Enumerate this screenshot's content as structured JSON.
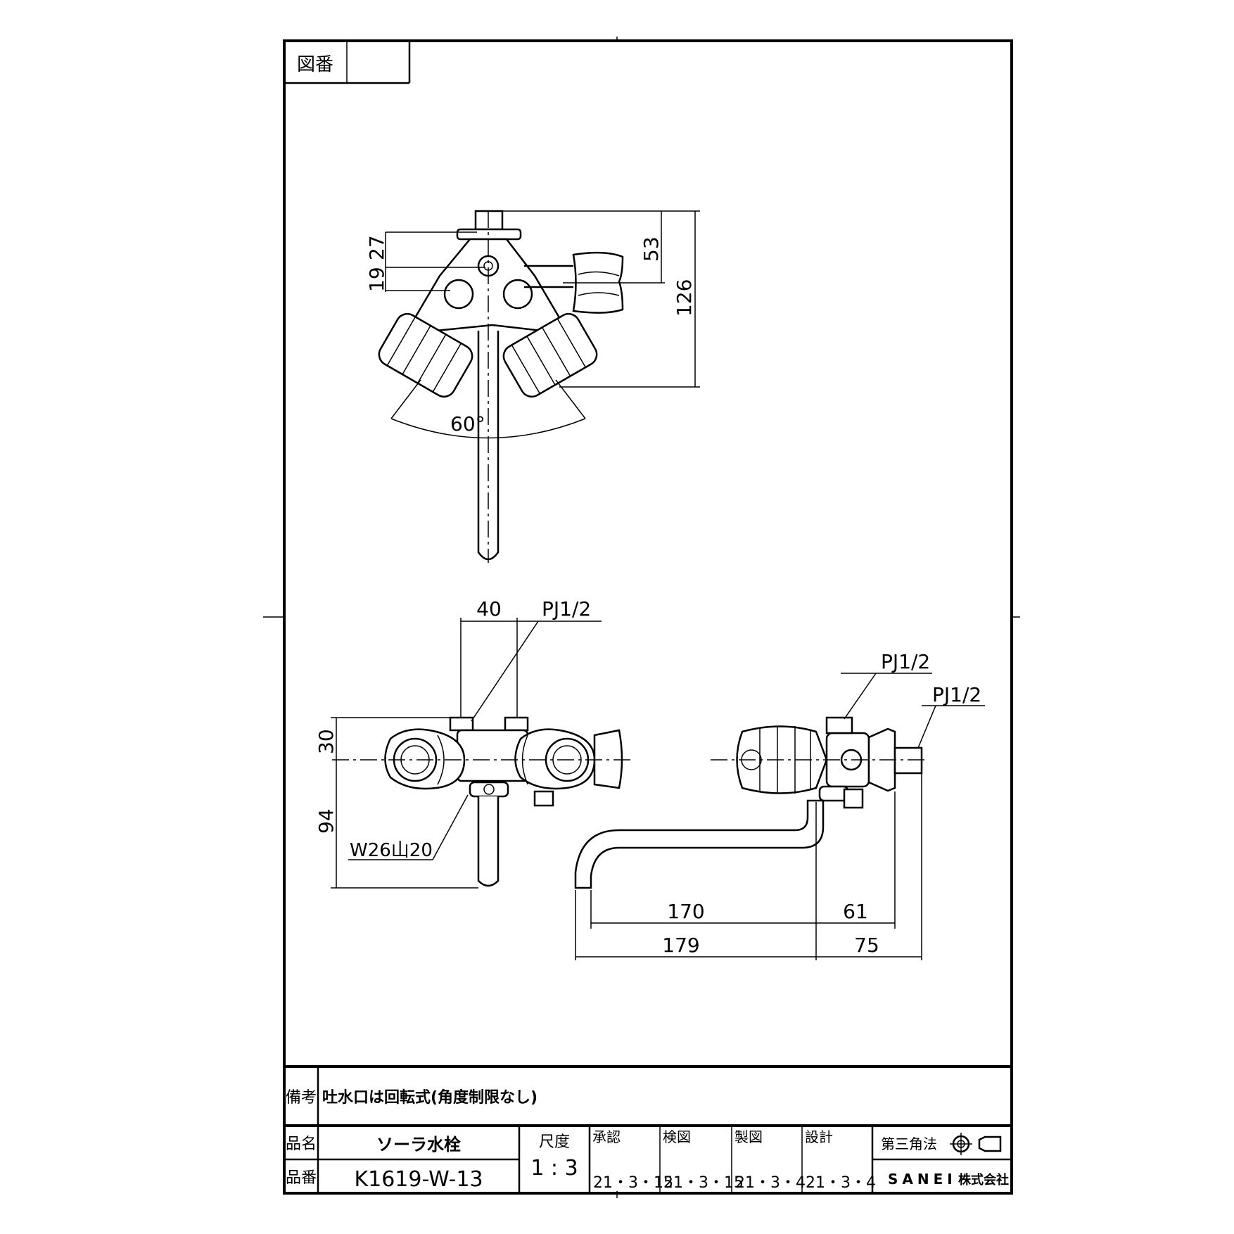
{
  "header": {
    "drawing_no_label": "図番",
    "drawing_no_value": ""
  },
  "dimensions": {
    "top_view": {
      "d27": "27",
      "d19": "19",
      "d53": "53",
      "d126": "126",
      "angle": "60°"
    },
    "front_view": {
      "d40": "40",
      "port_top": "PJ1/2",
      "d30": "30",
      "d94": "94",
      "thread": "W26山20"
    },
    "side_view": {
      "port_a": "PJ1/2",
      "port_b": "PJ1/2",
      "d170": "170",
      "d61": "61",
      "d179": "179",
      "d75": "75"
    }
  },
  "title_block": {
    "remarks_label": "備考",
    "remarks_text": "吐水口は回転式(角度制限なし)",
    "product_name_label": "品名",
    "product_name": "ソーラ水栓",
    "product_no_label": "品番",
    "product_no": "K1619-W-13",
    "scale_label": "尺度",
    "scale": "1 : 3",
    "approval_label": "承認",
    "approval_date": "21・3・15",
    "check_label": "検図",
    "check_date": "21・3・15",
    "drafting_label": "製図",
    "drafting_date": "21・3・4",
    "design_label": "設計",
    "design_date": "21・3・4",
    "projection_label": "第三角法",
    "company": "SANEI",
    "company_suffix": "株式会社"
  }
}
